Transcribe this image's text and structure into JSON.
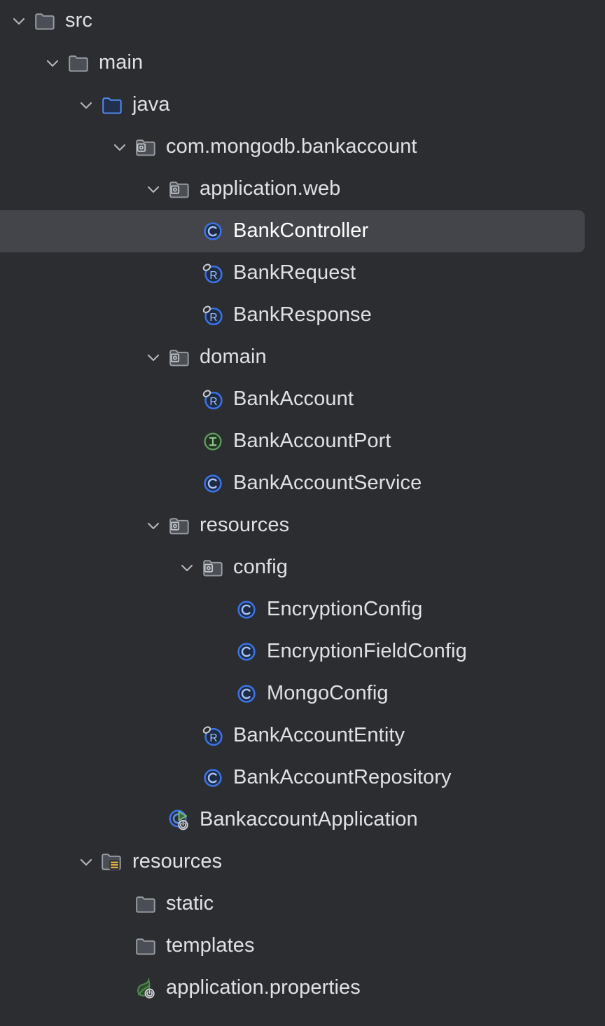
{
  "theme": {
    "background": "#2b2d30",
    "selection_background": "#43454a",
    "text_color": "#dfe1e5",
    "folder_outline": "#9aa0a6",
    "folder_fill": "#4b4f55",
    "source_root_outline": "#528cf5",
    "source_root_fill": "#23304d",
    "class_icon_color": "#3b74e8",
    "interface_icon_color": "#4f8a4f",
    "record_icon_color": "#3b74e8",
    "resource_badge_color": "#e8b84b",
    "spring_green": "#4a7a42",
    "run_green": "#59a869"
  },
  "tree": {
    "name": "project-tool-window",
    "items": [
      {
        "id": "src",
        "label": "src",
        "depth": 0,
        "icon": "folder-icon",
        "expanded": true,
        "selected": false
      },
      {
        "id": "main",
        "label": "main",
        "depth": 1,
        "icon": "folder-icon",
        "expanded": true,
        "selected": false
      },
      {
        "id": "java",
        "label": "java",
        "depth": 2,
        "icon": "source-root-folder-icon",
        "expanded": true,
        "selected": false
      },
      {
        "id": "com-mongodb-bankaccount",
        "label": "com.mongodb.bankaccount",
        "depth": 3,
        "icon": "package-icon",
        "expanded": true,
        "selected": false
      },
      {
        "id": "application-web",
        "label": "application.web",
        "depth": 4,
        "icon": "package-icon",
        "expanded": true,
        "selected": false
      },
      {
        "id": "bank-controller",
        "label": "BankController",
        "depth": 5,
        "icon": "class-icon",
        "expanded": null,
        "selected": true
      },
      {
        "id": "bank-request",
        "label": "BankRequest",
        "depth": 5,
        "icon": "record-icon",
        "expanded": null,
        "selected": false
      },
      {
        "id": "bank-response",
        "label": "BankResponse",
        "depth": 5,
        "icon": "record-icon",
        "expanded": null,
        "selected": false
      },
      {
        "id": "domain",
        "label": "domain",
        "depth": 4,
        "icon": "package-icon",
        "expanded": true,
        "selected": false
      },
      {
        "id": "bank-account",
        "label": "BankAccount",
        "depth": 5,
        "icon": "record-icon",
        "expanded": null,
        "selected": false
      },
      {
        "id": "bank-account-port",
        "label": "BankAccountPort",
        "depth": 5,
        "icon": "interface-icon",
        "expanded": null,
        "selected": false
      },
      {
        "id": "bank-account-service",
        "label": "BankAccountService",
        "depth": 5,
        "icon": "class-icon",
        "expanded": null,
        "selected": false
      },
      {
        "id": "resources-pkg",
        "label": "resources",
        "depth": 4,
        "icon": "package-icon",
        "expanded": true,
        "selected": false
      },
      {
        "id": "config",
        "label": "config",
        "depth": 5,
        "icon": "package-icon",
        "expanded": true,
        "selected": false
      },
      {
        "id": "encryption-config",
        "label": "EncryptionConfig",
        "depth": 6,
        "icon": "class-icon",
        "expanded": null,
        "selected": false
      },
      {
        "id": "encryption-field-config",
        "label": "EncryptionFieldConfig",
        "depth": 6,
        "icon": "class-icon",
        "expanded": null,
        "selected": false
      },
      {
        "id": "mongo-config",
        "label": "MongoConfig",
        "depth": 6,
        "icon": "class-icon",
        "expanded": null,
        "selected": false
      },
      {
        "id": "bank-account-entity",
        "label": "BankAccountEntity",
        "depth": 5,
        "icon": "record-icon",
        "expanded": null,
        "selected": false
      },
      {
        "id": "bank-account-repository",
        "label": "BankAccountRepository",
        "depth": 5,
        "icon": "class-icon",
        "expanded": null,
        "selected": false
      },
      {
        "id": "bankaccount-application",
        "label": "BankaccountApplication",
        "depth": 4,
        "icon": "spring-boot-app-icon",
        "expanded": null,
        "selected": false
      },
      {
        "id": "resources-dir",
        "label": "resources",
        "depth": 2,
        "icon": "resource-root-folder-icon",
        "expanded": true,
        "selected": false
      },
      {
        "id": "static",
        "label": "static",
        "depth": 3,
        "icon": "folder-icon",
        "expanded": null,
        "selected": false
      },
      {
        "id": "templates",
        "label": "templates",
        "depth": 3,
        "icon": "folder-icon",
        "expanded": null,
        "selected": false
      },
      {
        "id": "application-properties",
        "label": "application.properties",
        "depth": 3,
        "icon": "spring-properties-icon",
        "expanded": null,
        "selected": false
      }
    ]
  }
}
